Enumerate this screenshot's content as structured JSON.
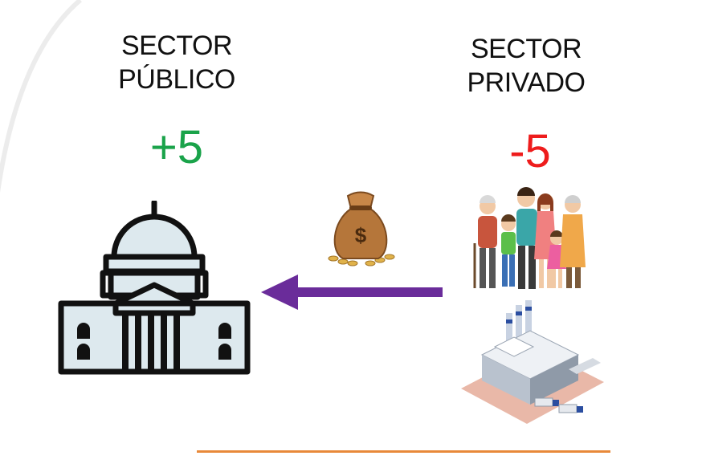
{
  "public_sector": {
    "title_line1": "SECTOR",
    "title_line2": "PÚBLICO",
    "delta": "+5",
    "delta_color": "#1aa34a",
    "icon": "government-building-icon"
  },
  "private_sector": {
    "title_line1": "SECTOR",
    "title_line2": "PRIVADO",
    "delta": "-5",
    "delta_color": "#ee1c1c",
    "icons": [
      "family-icon",
      "factory-icon"
    ]
  },
  "transfer": {
    "icon": "money-bag-icon",
    "money_symbol": "$",
    "direction": "private-to-public",
    "arrow_color": "#6a2c9a"
  },
  "decor": {
    "bottom_line_color": "#e8893a"
  }
}
